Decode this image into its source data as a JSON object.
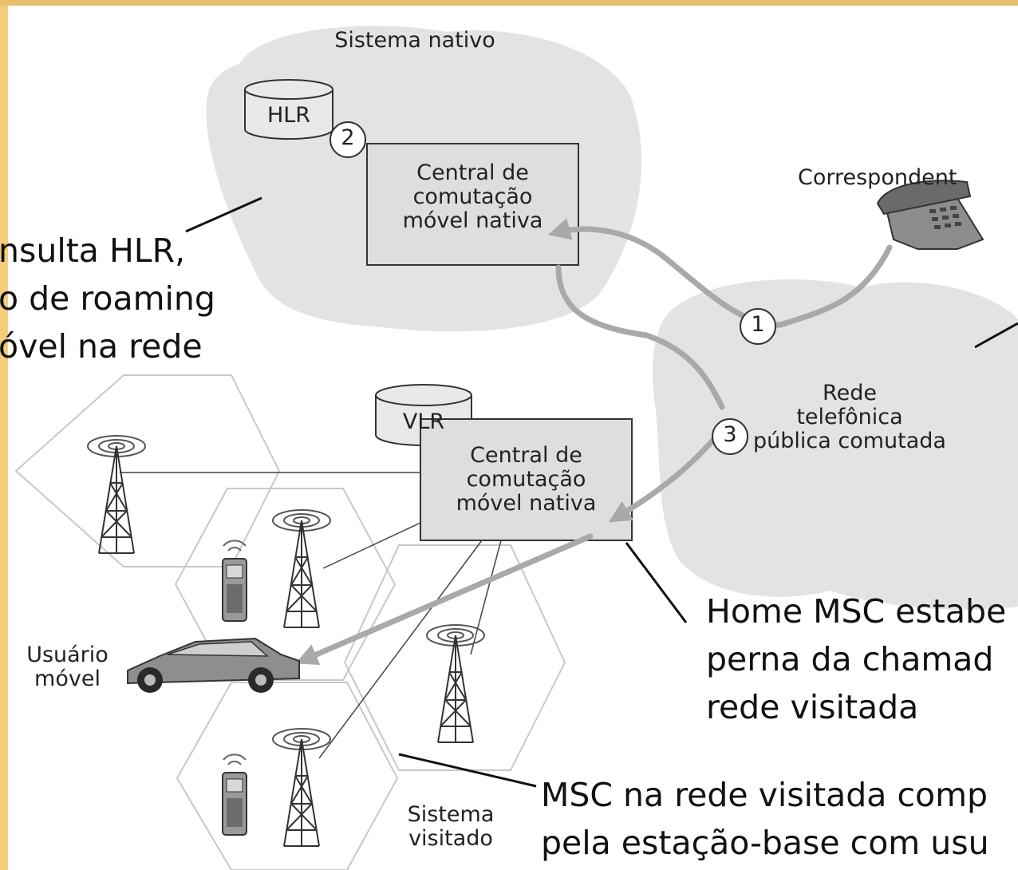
{
  "clouds": {
    "home_system": "Sistema nativo",
    "pstn": [
      "Rede",
      "telefônica",
      "pública comutada"
    ]
  },
  "databases": {
    "hlr": "HLR",
    "vlr": "VLR"
  },
  "switches": {
    "home_msc": [
      "Central de",
      "comutação",
      "móvel nativa"
    ],
    "visited_msc": [
      "Central de",
      "comutação",
      "móvel nativa"
    ]
  },
  "steps": {
    "step1": "1",
    "step2": "2",
    "step3": "3"
  },
  "correspondent": "Correspondent",
  "mobile_user": [
    "Usuário",
    "móvel"
  ],
  "visited_system": [
    "Sistema",
    "visitado"
  ],
  "annotations": {
    "hlr_query": [
      "nsulta HLR,",
      "o de roaming",
      "óvel na rede"
    ],
    "home_msc_leg": [
      "Home MSC estabe",
      "perna da chamad",
      "rede visitada"
    ],
    "visited_msc_call": [
      "MSC na rede visitada comp",
      "pela estação-base com usu"
    ]
  },
  "colors": {
    "cloud": "#e3e3e3",
    "box": "#dedede",
    "arrow": "#a9a9a9",
    "accent": "#f3cd78"
  }
}
